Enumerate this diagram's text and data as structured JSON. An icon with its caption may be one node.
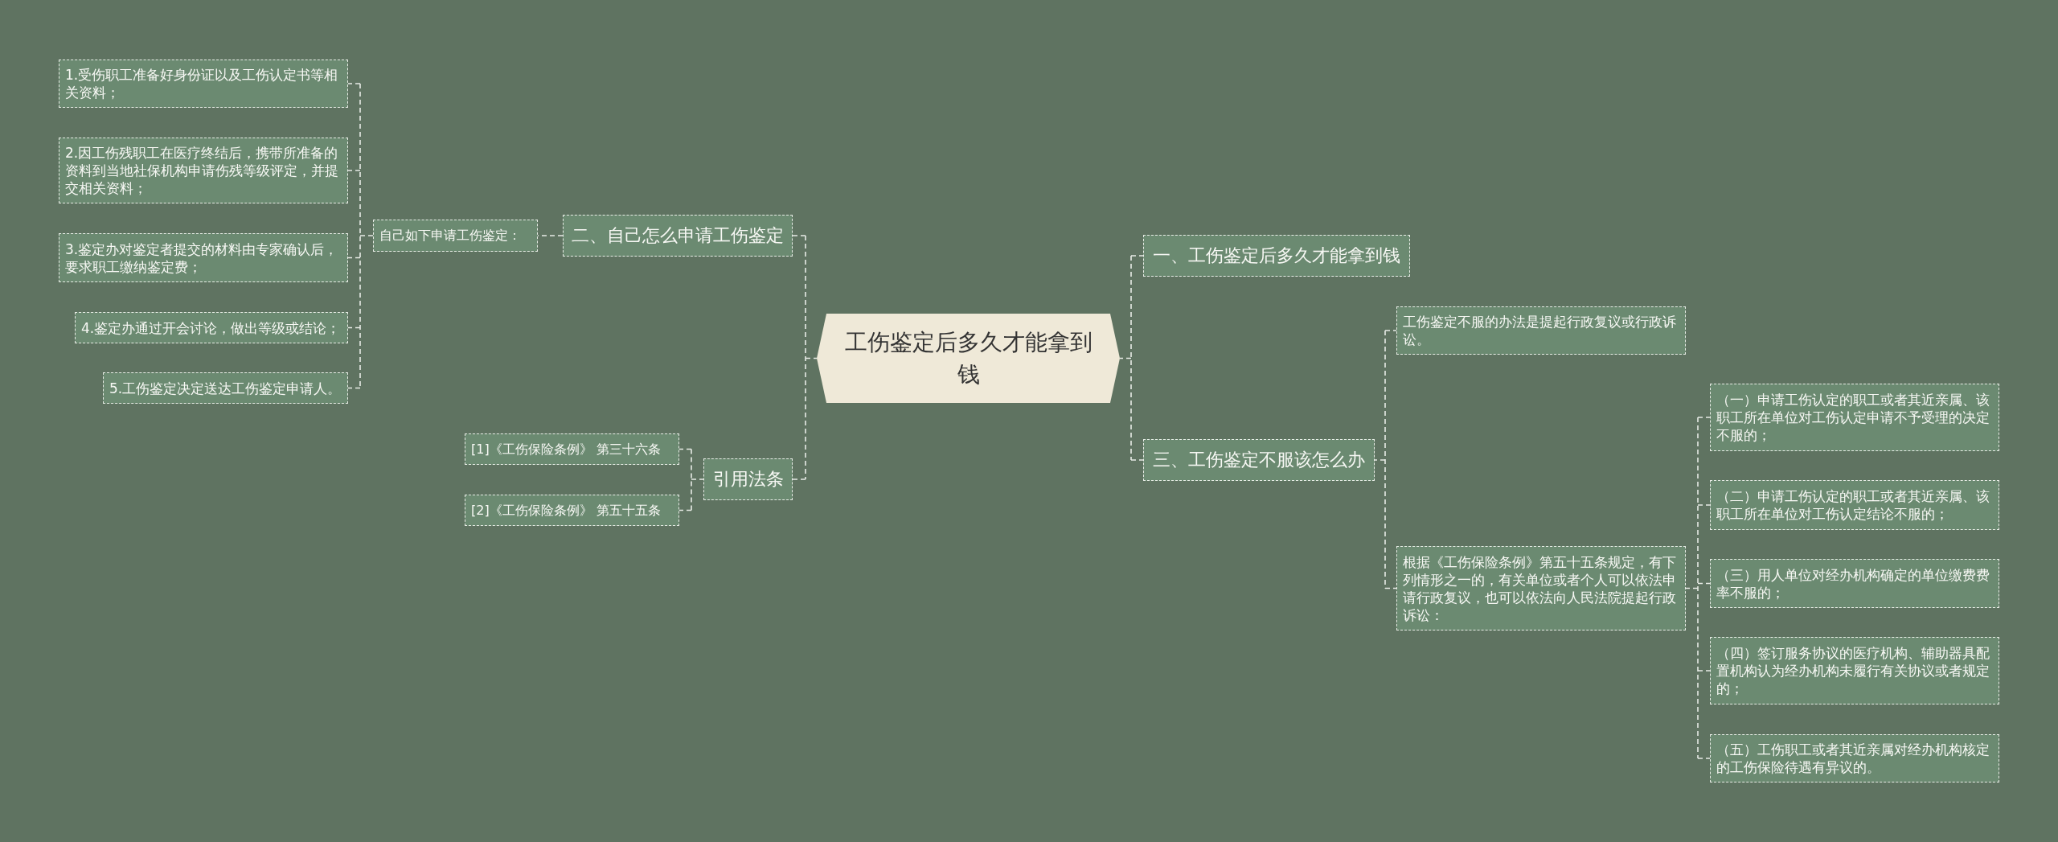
{
  "diagram": {
    "nodes": [
      {
        "text": [
          "工伤鉴定后多久才能拿到钱"
        ]
      },
      {
        "text": [
          "一、工伤鉴定后多久才能拿到钱"
        ]
      },
      {
        "text": [
          "三、工伤鉴定不服该怎么办"
        ]
      },
      {
        "text": [
          "工伤鉴定不服的办法是提起行政复议或行政诉讼。"
        ]
      },
      {
        "text": [
          "根据《工伤保险条例》第五十五条规定，有下列情形之一的，有关单位或者个人可以依法申请行政复议，也可以依法向人民法院提起行政诉讼："
        ]
      },
      {
        "text": [
          "（一）申请工伤认定的职工或者其近亲属、该职工所在单位对工伤认定申请不予受理的决定不服的；"
        ]
      },
      {
        "text": [
          "（二）申请工伤认定的职工或者其近亲属、该职工所在单位对工伤认定结论不服的；"
        ]
      },
      {
        "text": [
          "（三）用人单位对经办机构确定的单位缴费费率不服的；"
        ]
      },
      {
        "text": [
          "（四）签订服务协议的医疗机构、辅助器具配置机构认为经办机构未履行有关协议或者规定的；"
        ]
      },
      {
        "text": [
          "（五）工伤职工或者其近亲属对经办机构核定的工伤保险待遇有异议的。"
        ]
      },
      {
        "text": [
          "二、自己怎么申请工伤鉴定"
        ]
      },
      {
        "text": [
          "自己如下申请工伤鉴定："
        ]
      },
      {
        "text": [
          "1.受伤职工准备好身份证以及工伤认定书等相关资料；"
        ]
      },
      {
        "text": [
          "2.因工伤残职工在医疗终结后，携带所准备的资料到当地社保机构申请伤残等级评定，并提交相关资料；"
        ]
      },
      {
        "text": [
          "3.鉴定办对鉴定者提交的材料由专家确认后，要求职工缴纳鉴定费；"
        ]
      },
      {
        "text": [
          "4.鉴定办通过开会讨论，做出等级或结论；"
        ]
      },
      {
        "text": [
          "5.工伤鉴定决定送达工伤鉴定申请人。"
        ]
      },
      {
        "text": [
          "引用法条"
        ]
      },
      {
        "text": [
          "[1]《工伤保险条例》 第三十六条"
        ]
      },
      {
        "text": [
          "[2]《工伤保险条例》 第五十五条"
        ]
      }
    ],
    "edges": [
      {
        "from": 0,
        "to": 1,
        "arrow": "none"
      },
      {
        "from": 0,
        "to": 2,
        "arrow": "none"
      },
      {
        "from": 2,
        "to": 3,
        "arrow": "none"
      },
      {
        "from": 2,
        "to": 4,
        "arrow": "none"
      },
      {
        "from": 4,
        "to": 5,
        "arrow": "none"
      },
      {
        "from": 4,
        "to": 6,
        "arrow": "none"
      },
      {
        "from": 4,
        "to": 7,
        "arrow": "none"
      },
      {
        "from": 4,
        "to": 8,
        "arrow": "none"
      },
      {
        "from": 4,
        "to": 9,
        "arrow": "none"
      },
      {
        "from": 0,
        "to": 10,
        "arrow": "none"
      },
      {
        "from": 10,
        "to": 11,
        "arrow": "none"
      },
      {
        "from": 11,
        "to": 12,
        "arrow": "none"
      },
      {
        "from": 11,
        "to": 13,
        "arrow": "none"
      },
      {
        "from": 11,
        "to": 14,
        "arrow": "none"
      },
      {
        "from": 11,
        "to": 15,
        "arrow": "none"
      },
      {
        "from": 11,
        "to": 16,
        "arrow": "none"
      },
      {
        "from": 0,
        "to": 17,
        "arrow": "none"
      },
      {
        "from": 17,
        "to": 18,
        "arrow": "none"
      },
      {
        "from": 17,
        "to": 19,
        "arrow": "none"
      }
    ]
  }
}
